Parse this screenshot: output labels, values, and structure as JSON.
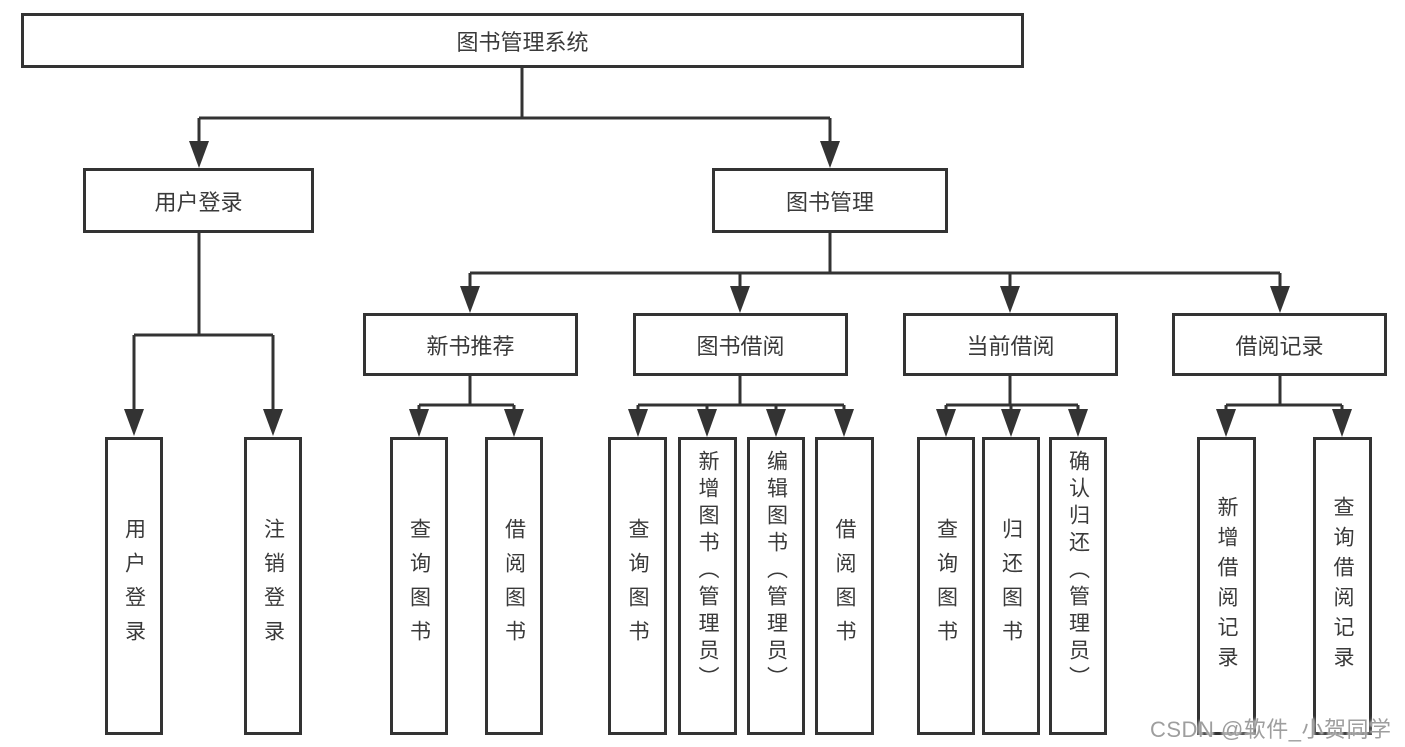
{
  "colors": {
    "line": "#333333",
    "text": "#3a3a3a",
    "background": "#ffffff",
    "watermark": "#9e9e9e"
  },
  "tree": {
    "root": "图书管理系统",
    "user_login": {
      "label": "用户登录",
      "children": [
        "用户登录",
        "注销登录"
      ]
    },
    "book_mgmt": {
      "label": "图书管理",
      "sections": {
        "new_books": {
          "label": "新书推荐",
          "children": [
            "查询图书",
            "借阅图书"
          ]
        },
        "book_borrow": {
          "label": "图书借阅",
          "children": [
            "查询图书",
            "新增图书（管理员）",
            "编辑图书（管理员）",
            "借阅图书"
          ]
        },
        "current_borrow": {
          "label": "当前借阅",
          "children": [
            "查询图书",
            "归还图书",
            "确认归还（管理员）"
          ]
        },
        "borrow_records": {
          "label": "借阅记录",
          "children": [
            "新增借阅记录",
            "查询借阅记录"
          ]
        }
      }
    }
  },
  "watermark": "CSDN @软件_小贺同学"
}
